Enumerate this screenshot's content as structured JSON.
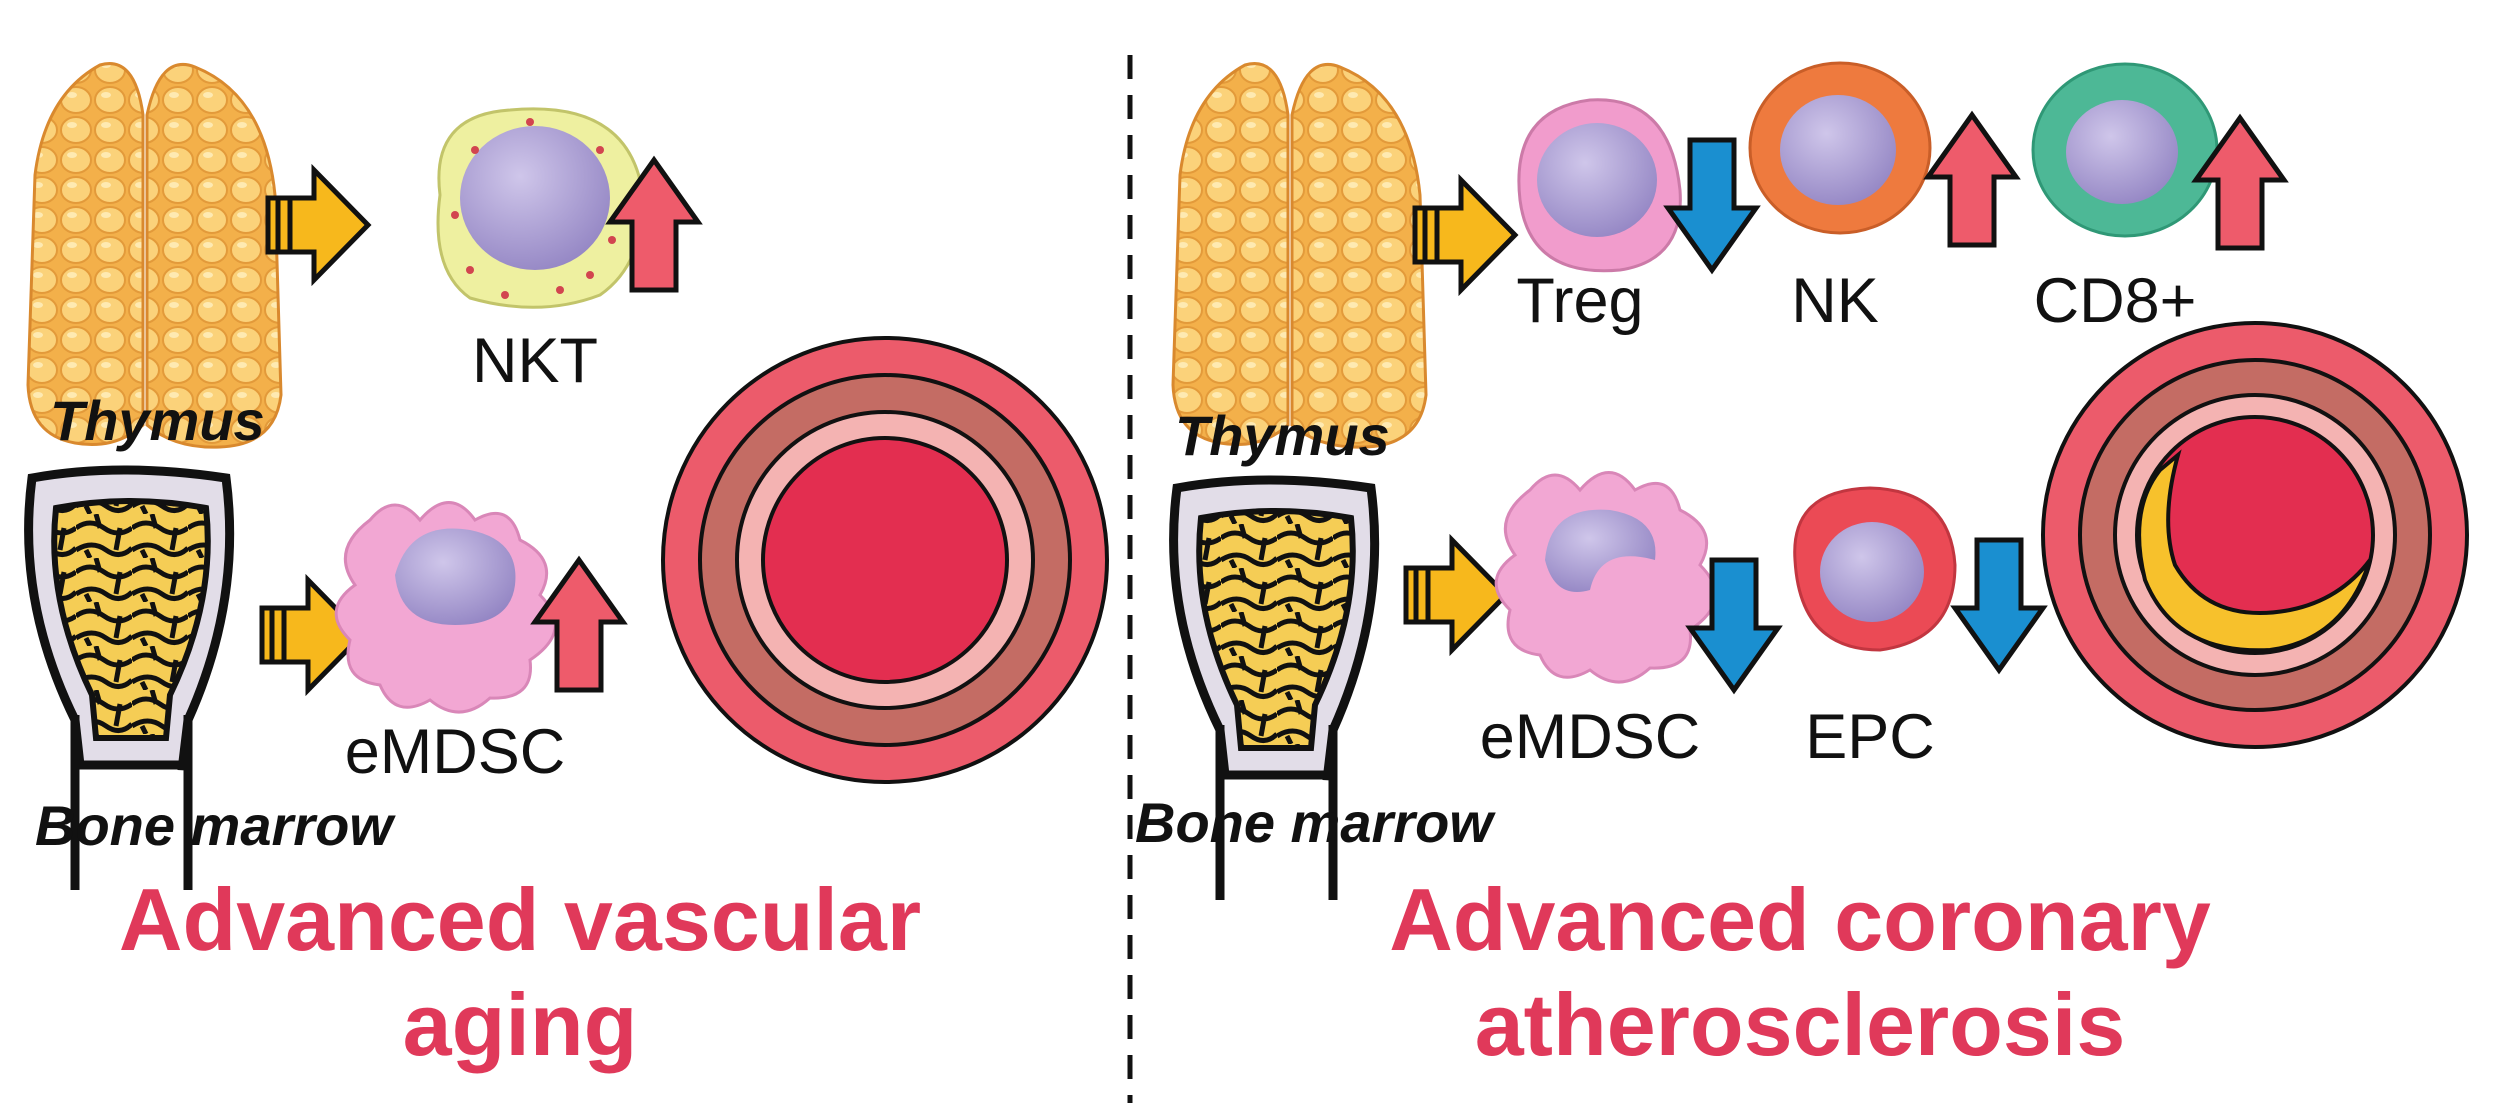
{
  "colors": {
    "title": "#e0395a",
    "up_arrow": "#ee5b6b",
    "down_arrow": "#1a8fd0",
    "input_arrow": "#f7b81c",
    "nkt_cell": "#eef0a0",
    "treg_cell": "#f19ccc",
    "nk_cell": "#ee7a3e",
    "cd8_cell": "#4db896",
    "emdsc_cell": "#f2a7d3",
    "epc_cell": "#eb4a55",
    "nucleus": "#a79bd0",
    "vessel_outer": "#ec5b6b",
    "vessel_media": "#c46c64",
    "vessel_intima": "#f4b3b2",
    "vessel_lumen": "#e32e50",
    "plaque": "#f7c12c",
    "thymus": "#f4b14a"
  },
  "left_panel": {
    "organ_thymus": "Thymus",
    "organ_bone_marrow": "Bone marrow",
    "cell_nkt": {
      "label": "NKT",
      "change": "up"
    },
    "cell_emdsc": {
      "label": "eMDSC",
      "change": "up"
    },
    "title_line1": "Advanced vascular",
    "title_line2": "aging"
  },
  "right_panel": {
    "organ_thymus": "Thymus",
    "organ_bone_marrow": "Bone marrow",
    "cell_treg": {
      "label": "Treg",
      "change": "down"
    },
    "cell_nk": {
      "label": "NK",
      "change": "up"
    },
    "cell_cd8": {
      "label": "CD8+",
      "change": "up"
    },
    "cell_emdsc": {
      "label": "eMDSC",
      "change": "down"
    },
    "cell_epc": {
      "label": "EPC",
      "change": "down"
    },
    "title_line1": "Advanced coronary",
    "title_line2": "atherosclerosis"
  }
}
